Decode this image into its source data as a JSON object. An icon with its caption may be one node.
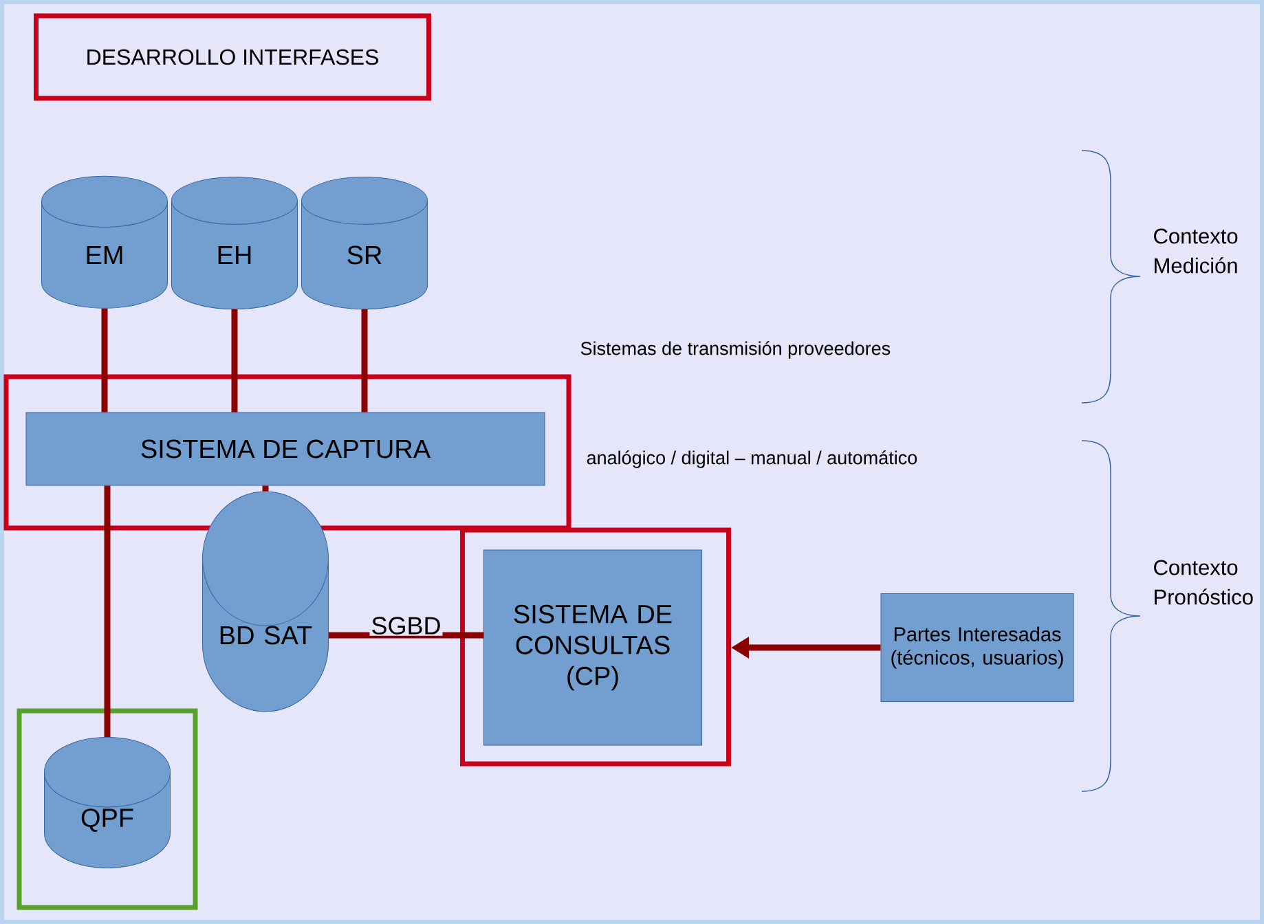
{
  "diagram": {
    "nodes": [
      {
        "text": [
          "DESARROLLO INTERFASES"
        ]
      },
      {
        "text": [
          "EM"
        ]
      },
      {
        "text": [
          "EH"
        ]
      },
      {
        "text": [
          "SR"
        ]
      },
      {
        "text": [],
        "shape": "box"
      },
      {
        "text": [
          "SISTEMA DE CAPTURA"
        ],
        "in": 4
      },
      {
        "text": [
          "BD SAT"
        ]
      },
      {
        "text": [],
        "shape": "box"
      },
      {
        "text": [
          "SISTEMA DE CONSULTAS (CP)"
        ],
        "in": 7
      },
      {
        "text": [
          "Partes Interesadas (técnicos, usuarios)"
        ]
      },
      {
        "text": [],
        "shape": "box"
      },
      {
        "text": [
          "QPF"
        ],
        "in": 10
      }
    ],
    "edges": [
      {
        "from": 1,
        "to": 5,
        "arrow": "none"
      },
      {
        "from": 2,
        "to": 5,
        "arrow": "none"
      },
      {
        "from": 3,
        "to": 5,
        "arrow": "none"
      },
      {
        "from": 5,
        "to": 11,
        "arrow": "none"
      },
      {
        "from": 5,
        "to": 6,
        "arrow": "none"
      },
      {
        "from": 6,
        "to": 8,
        "arrow": "none",
        "label": "SGBD"
      },
      {
        "from": 9,
        "to": 8,
        "arrow": "to"
      }
    ],
    "labels": [
      "Contexto Medición",
      "Sistemas de transmisión proveedores",
      "analógico / digital – manual / automático",
      "Contexto Pronóstico"
    ]
  }
}
